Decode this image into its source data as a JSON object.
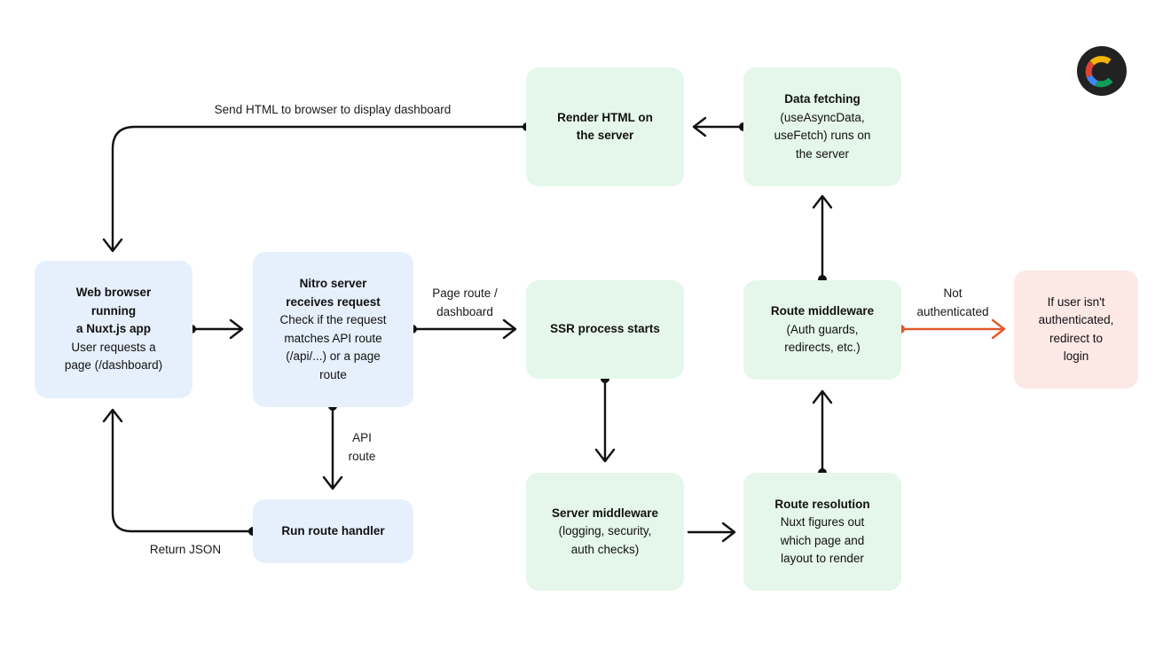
{
  "colors": {
    "edge": "#111111",
    "edge_alert": "#e2582b",
    "node_blue": "#e6f0fc",
    "node_green": "#e5f6ea",
    "node_pink": "#fce8e5"
  },
  "logo": {
    "icon": "c-logo-icon",
    "colors": [
      "#f4b400",
      "#db4437",
      "#4285f4",
      "#0f9d58"
    ]
  },
  "nodes": {
    "browser": {
      "title": "Web browser\nrunning\na Nuxt.js app",
      "body": "User requests a\npage (/dashboard)"
    },
    "nitro": {
      "title": "Nitro server\nreceives request",
      "body": "Check if the request\nmatches API route\n(/api/...) or a page\nroute"
    },
    "route_handler": {
      "title": "Run route handler",
      "body": ""
    },
    "ssr": {
      "title": "SSR process starts",
      "body": ""
    },
    "server_mw": {
      "title": "Server middleware",
      "body": "(logging, security,\nauth checks)"
    },
    "route_res": {
      "title": "Route resolution",
      "body": "Nuxt figures out\nwhich page and\nlayout to render"
    },
    "route_mw": {
      "title": "Route middleware",
      "body": "(Auth guards,\nredirects, etc.)"
    },
    "data_fetch": {
      "title": "Data fetching",
      "body": "(useAsyncData,\nuseFetch) runs on\nthe server"
    },
    "render": {
      "title": "Render HTML on\nthe server",
      "body": ""
    },
    "redirect": {
      "title": "",
      "body": "If user isn't\nauthenticated,\nredirect to\nlogin"
    }
  },
  "edge_labels": {
    "send_html": "Send HTML to browser to display dashboard",
    "page_route": "Page route /\ndashboard",
    "api_route": "API\nroute",
    "return_json": "Return JSON",
    "not_auth": "Not\nauthenticated"
  }
}
